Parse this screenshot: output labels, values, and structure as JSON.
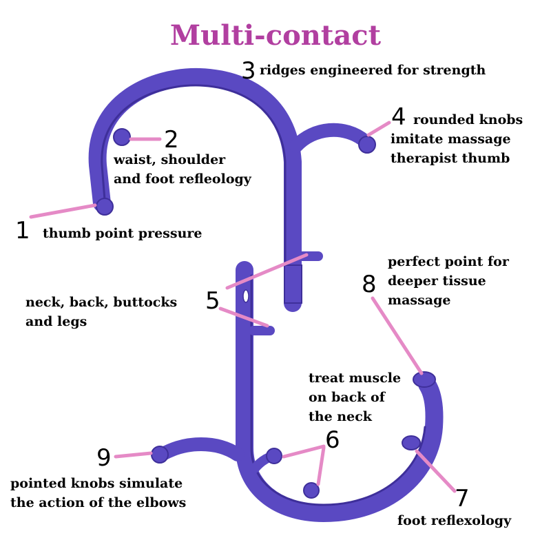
{
  "title": "Multi-contact",
  "colors": {
    "tool": "#5a49c2",
    "tool_dark": "#3e2f9a",
    "leader": "#e58ac6",
    "title": "#b13fa0"
  },
  "callouts": [
    {
      "number": "1",
      "lines": [
        "thumb point pressure"
      ]
    },
    {
      "number": "2",
      "lines": [
        "waist, shoulder",
        "and foot refleology"
      ]
    },
    {
      "number": "3",
      "lines": [
        "ridges engineered for strength"
      ]
    },
    {
      "number": "4",
      "lines": [
        "rounded knobs",
        "imitate massage",
        "therapist thumb"
      ]
    },
    {
      "number": "5",
      "lines": [
        "neck, back, buttocks",
        "and legs"
      ]
    },
    {
      "number": "6",
      "lines": [
        "treat muscle",
        "on back of",
        "the neck"
      ]
    },
    {
      "number": "7",
      "lines": [
        "foot reflexology"
      ]
    },
    {
      "number": "8",
      "lines": [
        "perfect point for",
        "deeper tissue",
        "massage"
      ]
    },
    {
      "number": "9",
      "lines": [
        "pointed knobs simulate",
        "the action of the elbows"
      ]
    }
  ]
}
